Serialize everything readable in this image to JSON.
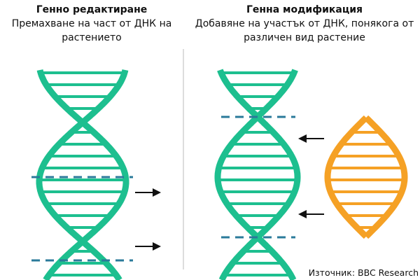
{
  "left": {
    "title": "Генно редактиране",
    "subtitle": "Премахване на част от ДНК на растението"
  },
  "right": {
    "title": "Генна модификация",
    "subtitle": "Добавяне на участък от ДНК, понякога от различен вид растение"
  },
  "source": "Източник: BBC Research",
  "colors": {
    "dna": "#1dbf8f",
    "foreign_dna": "#f5a125",
    "cut_line": "#2a7a9a",
    "arrow": "#111111"
  }
}
